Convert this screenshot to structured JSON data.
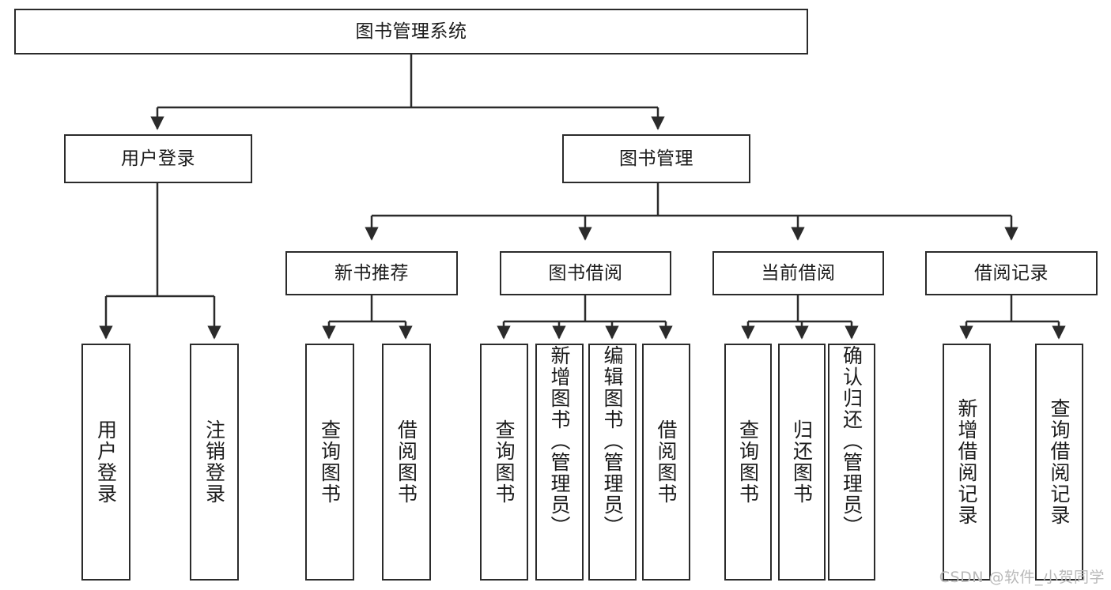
{
  "diagram": {
    "title": "图书管理系统",
    "type": "tree-hierarchy-chart",
    "watermark": "CSDN @软件_小贺同学",
    "colors": {
      "stroke": "#2b2b2b",
      "fill": "#ffffff",
      "text": "#1b1b1b",
      "watermark": "#b9b9b9"
    },
    "levels": {
      "level1": {
        "nodes": [
          {
            "id": "root",
            "label": "图书管理系统"
          }
        ]
      },
      "level2": {
        "nodes": [
          {
            "id": "user-login",
            "label": "用户登录"
          },
          {
            "id": "book-manage",
            "label": "图书管理"
          }
        ]
      },
      "level3": {
        "nodes": [
          {
            "id": "new-book-rec",
            "label": "新书推荐"
          },
          {
            "id": "book-borrow",
            "label": "图书借阅"
          },
          {
            "id": "current-borrow",
            "label": "当前借阅"
          },
          {
            "id": "borrow-record",
            "label": "借阅记录"
          }
        ]
      },
      "level4": {
        "groups": [
          {
            "parent": "user-login",
            "leaves": [
              {
                "id": "leaf-user-login",
                "label": "用户登录"
              },
              {
                "id": "leaf-logout",
                "label": "注销登录"
              }
            ]
          },
          {
            "parent": "new-book-rec",
            "leaves": [
              {
                "id": "leaf-query-book-1",
                "label": "查询图书"
              },
              {
                "id": "leaf-borrow-book-1",
                "label": "借阅图书"
              }
            ]
          },
          {
            "parent": "book-borrow",
            "leaves": [
              {
                "id": "leaf-query-book-2",
                "label": "查询图书"
              },
              {
                "id": "leaf-add-book",
                "label": "新增图书（管理员）"
              },
              {
                "id": "leaf-edit-book",
                "label": "编辑图书（管理员）"
              },
              {
                "id": "leaf-borrow-book-2",
                "label": "借阅图书"
              }
            ]
          },
          {
            "parent": "current-borrow",
            "leaves": [
              {
                "id": "leaf-query-book-3",
                "label": "查询图书"
              },
              {
                "id": "leaf-return-book",
                "label": "归还图书"
              },
              {
                "id": "leaf-confirm-return",
                "label": "确认归还（管理员）"
              }
            ]
          },
          {
            "parent": "borrow-record",
            "leaves": [
              {
                "id": "leaf-add-record",
                "label": "新增借阅记录"
              },
              {
                "id": "leaf-query-record",
                "label": "查询借阅记录"
              }
            ]
          }
        ]
      }
    }
  }
}
